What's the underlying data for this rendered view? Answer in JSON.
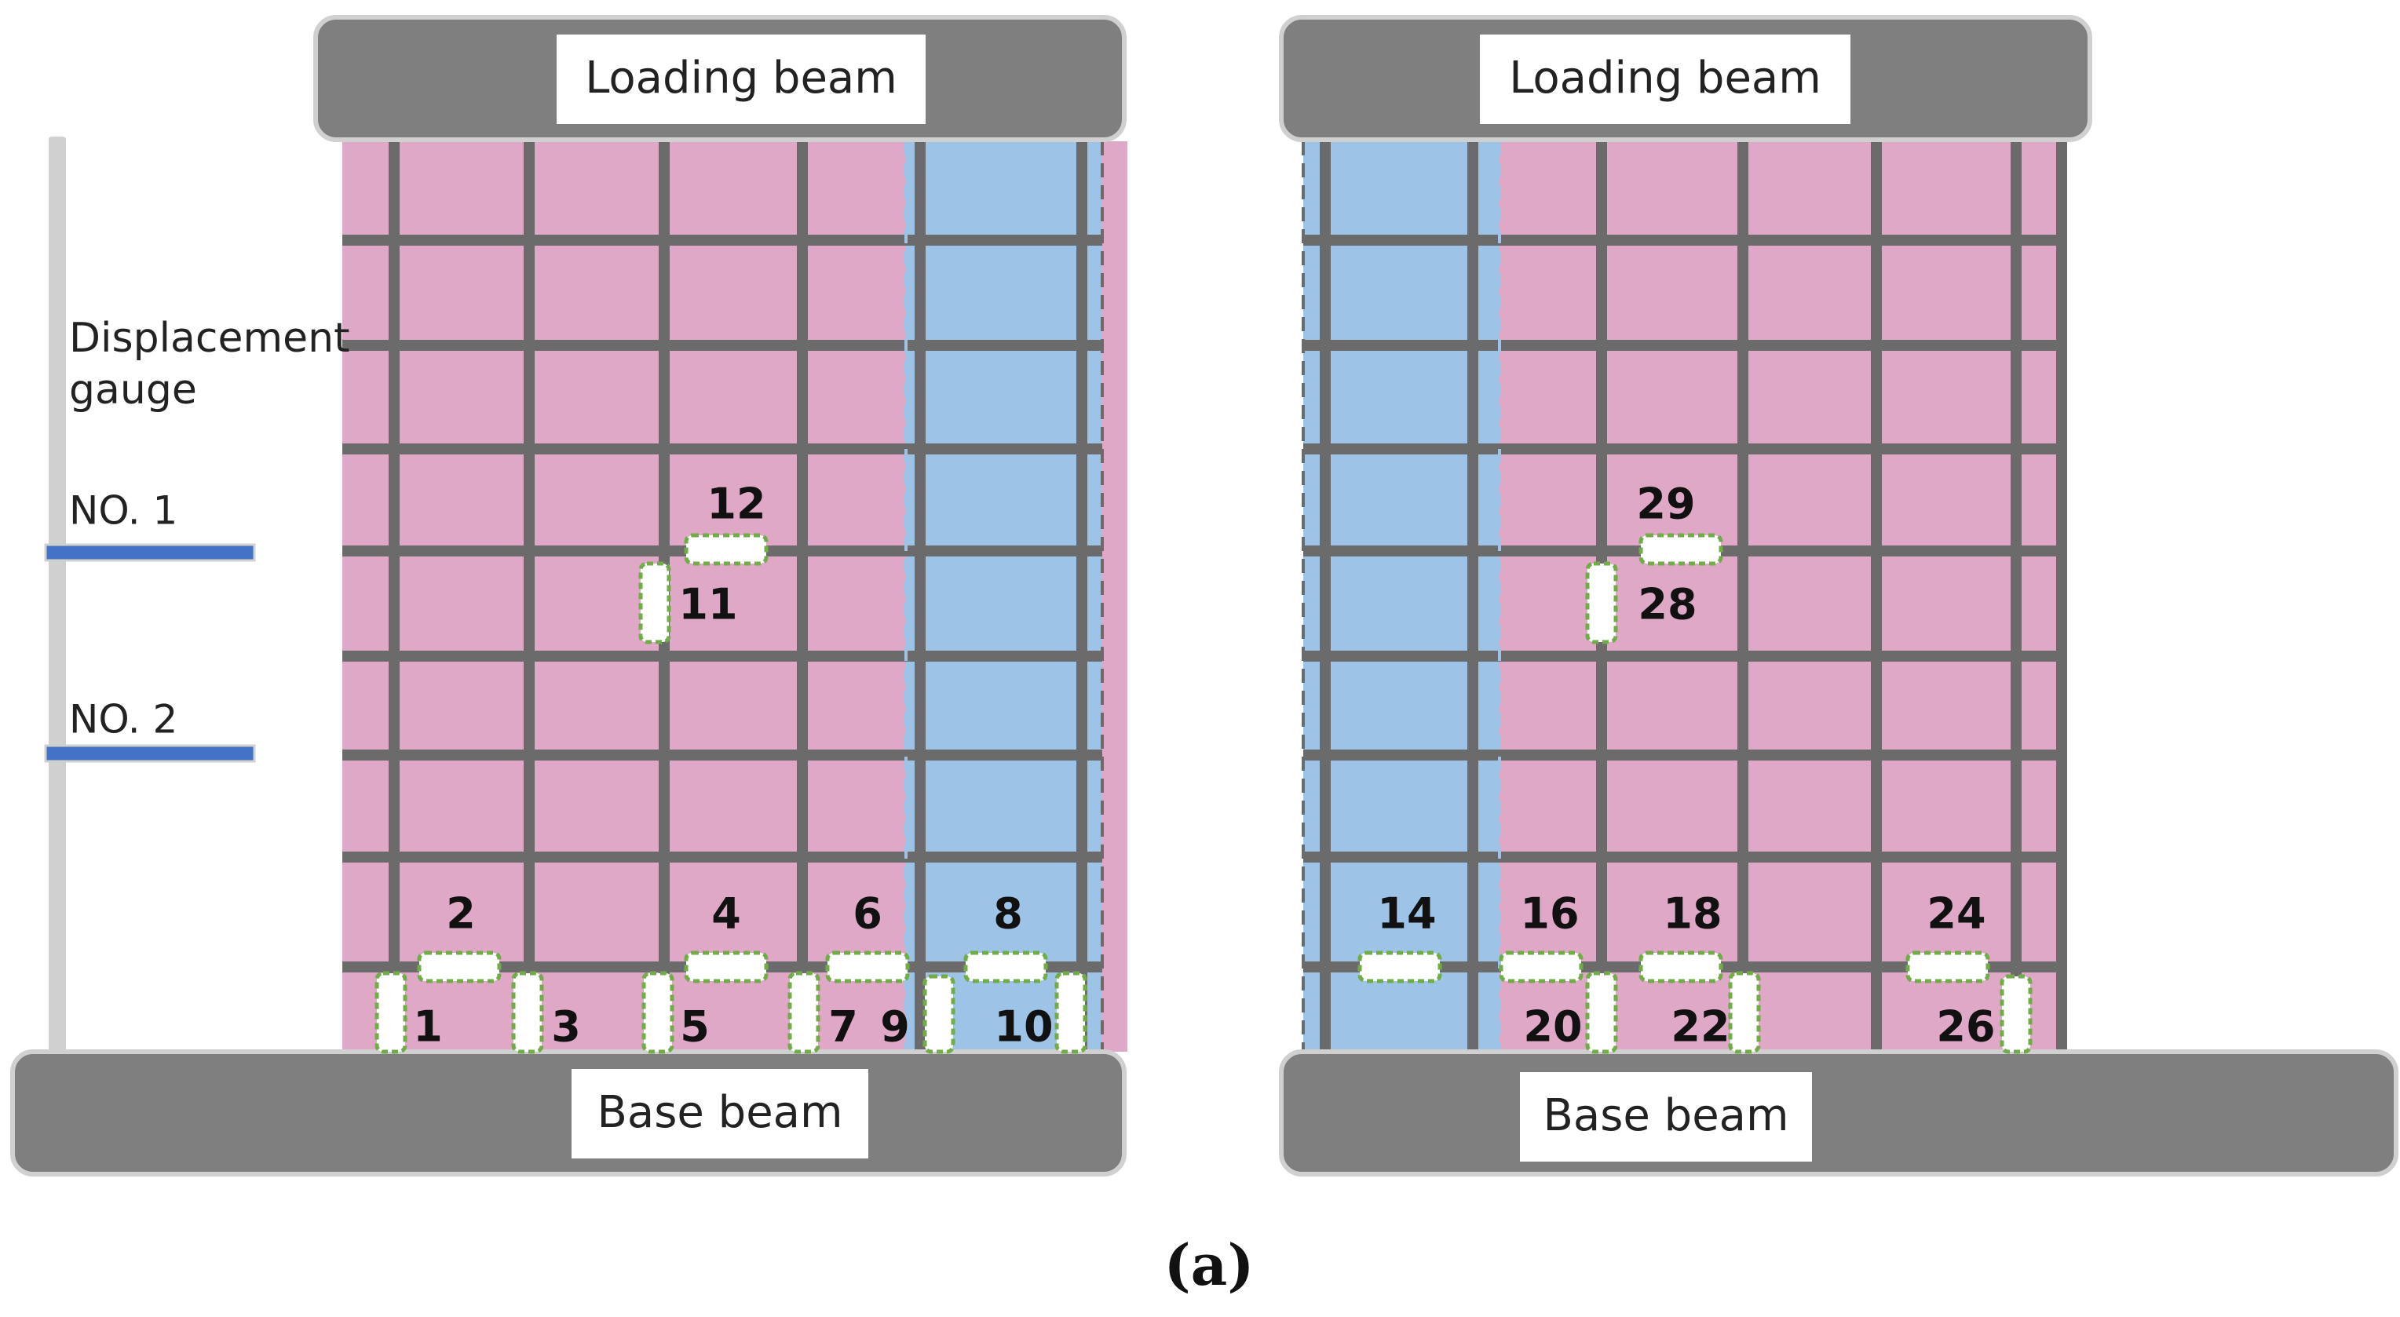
{
  "left_panel": {
    "top_beam_label": "Loading beam",
    "bottom_beam_label": "Base beam",
    "gauge_label_line1": "Displacement",
    "gauge_label_line2": "gauge",
    "gauge_1_label": "NO. 1",
    "gauge_2_label": "NO. 2",
    "gauge_numbers": [
      "1",
      "2",
      "3",
      "4",
      "5",
      "6",
      "7",
      "8",
      "9",
      "10",
      "11",
      "12"
    ]
  },
  "right_panel": {
    "top_beam_label": "Loading beam",
    "bottom_beam_label": "Base beam",
    "gauge_numbers": [
      "14",
      "16",
      "18",
      "20",
      "22",
      "24",
      "26",
      "28",
      "29"
    ]
  },
  "caption": "(a)",
  "colors": {
    "web_pink": "#dfa8c7",
    "boundary_blue": "#9dc3e6",
    "rebar_grey": "#6b6b6b",
    "beam_grey": "#7f7f7f",
    "gauge_bar_blue": "#4472c4",
    "strain_gauge_green": "#70ad47"
  }
}
